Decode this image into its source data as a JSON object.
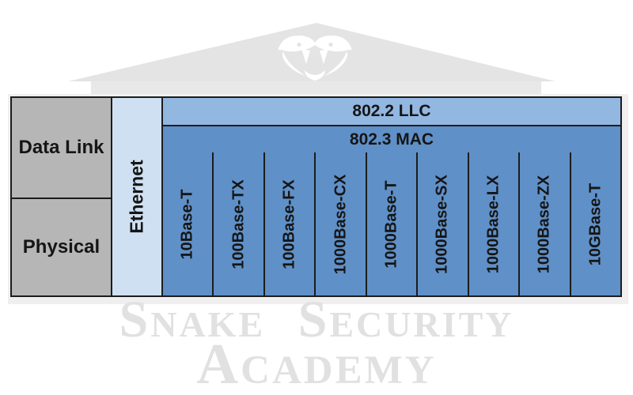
{
  "watermark": {
    "brand_line1": "Snake Security",
    "brand_line2": "Academy",
    "logo_icon": "snake-head-icon"
  },
  "diagram": {
    "layers": [
      {
        "label": "Data Link"
      },
      {
        "label": "Physical"
      }
    ],
    "protocol_column": {
      "label": "Ethernet"
    },
    "sublayer_rows": [
      {
        "label": "802.2 LLC"
      },
      {
        "label": "802.3 MAC"
      }
    ],
    "standards": [
      {
        "label": "10Base-T"
      },
      {
        "label": "100Base-TX"
      },
      {
        "label": "100Base-FX"
      },
      {
        "label": "1000Base-CX"
      },
      {
        "label": "1000Base-T"
      },
      {
        "label": "1000Base-SX"
      },
      {
        "label": "1000Base-LX"
      },
      {
        "label": "1000Base-ZX"
      },
      {
        "label": "10GBase-T"
      }
    ],
    "colors": {
      "layer_fill": "#b6b6b6",
      "ethernet_fill": "#cfe0f2",
      "llc_fill": "#92b7e1",
      "mac_fill": "#5f90c8",
      "border": "#1c1c1c",
      "watermark_gray": "#e4e4e4",
      "watermark_text": "#e1e1e1"
    }
  }
}
